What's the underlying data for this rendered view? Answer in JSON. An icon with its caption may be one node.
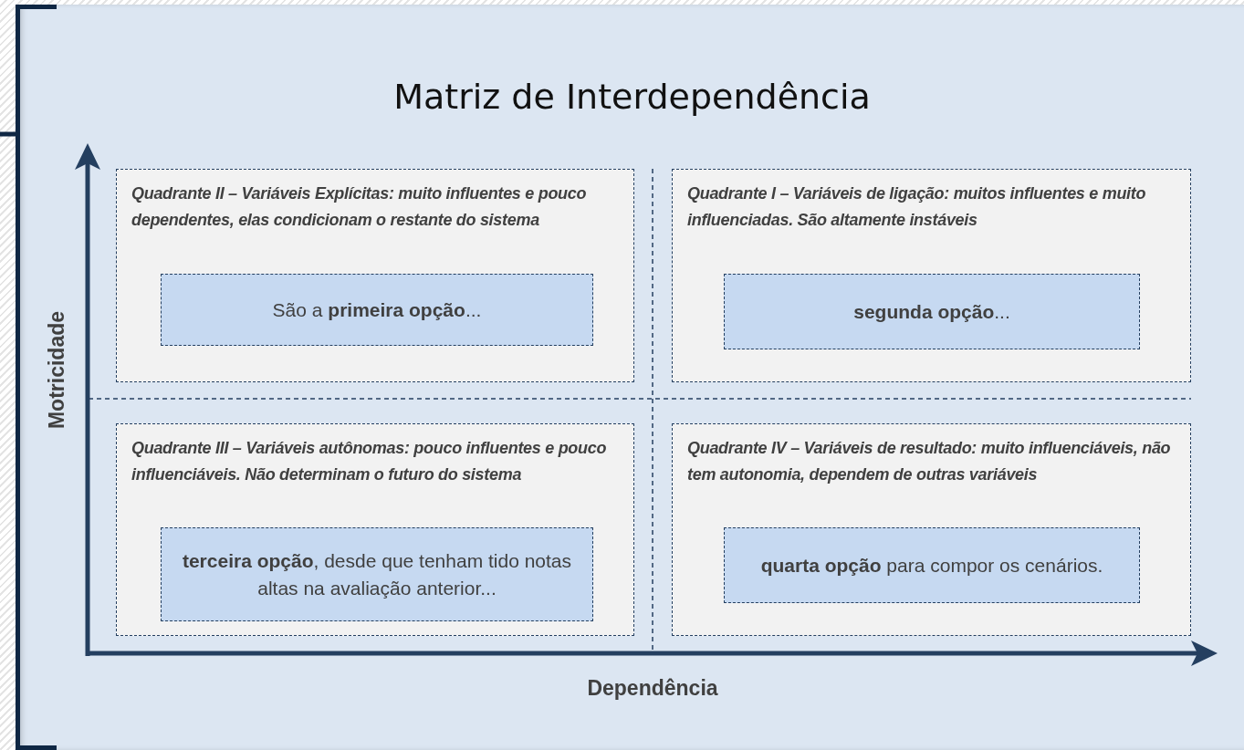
{
  "diagram": {
    "title": "Matriz de Interdependência",
    "nodes": [
      {
        "text": [
          "Quadrante II – Variáveis Explícitas: muito influentes e pouco dependentes, elas condicionam o restante do sistema"
        ]
      },
      {
        "text": [
          "São a **primeira opção**..."
        ],
        "in": 0
      },
      {
        "text": [
          "Quadrante I – Variáveis de ligação: muitos influentes e muito influenciadas. São altamente instáveis"
        ]
      },
      {
        "text": [
          "**segunda opção**..."
        ],
        "in": 2
      },
      {
        "text": [
          "Quadrante III – Variáveis autônomas: pouco influentes e pouco influenciáveis. Não determinam o futuro do sistema"
        ]
      },
      {
        "text": [
          "**terceira opção**, desde que tenham tido notas altas na avaliação anterior..."
        ],
        "in": 4
      },
      {
        "text": [
          "Quadrante IV – Variáveis de resultado: muito influenciáveis, não tem autonomia, dependem de outras variáveis"
        ]
      },
      {
        "text": [
          "**quarta opção** para compor os cenários."
        ],
        "in": 6
      }
    ],
    "edges": [],
    "labels": [
      "Motricidade",
      "Dependência"
    ]
  }
}
